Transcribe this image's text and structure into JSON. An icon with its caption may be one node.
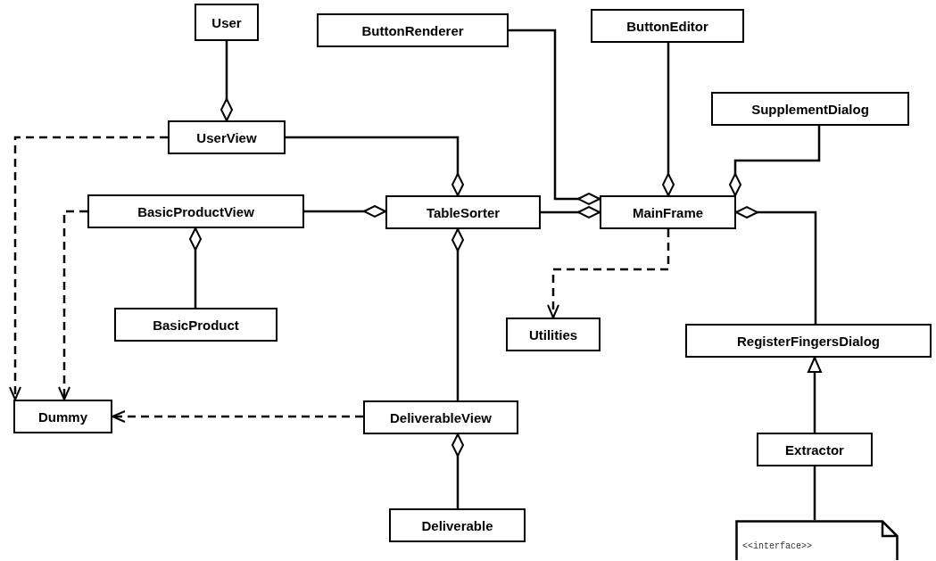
{
  "diagram": {
    "nodes": [
      {
        "text": [
          "User"
        ]
      },
      {
        "text": [
          "ButtonRenderer"
        ]
      },
      {
        "text": [
          "ButtonEditor"
        ]
      },
      {
        "text": [
          "UserView"
        ]
      },
      {
        "text": [
          "SupplementDialog"
        ]
      },
      {
        "text": [
          "BasicProductView"
        ]
      },
      {
        "text": [
          "TableSorter"
        ]
      },
      {
        "text": [
          "MainFrame"
        ]
      },
      {
        "text": [
          "BasicProduct"
        ]
      },
      {
        "text": [
          "Utilities"
        ]
      },
      {
        "text": [
          "RegisterFingersDialog"
        ]
      },
      {
        "text": [
          "Dummy"
        ]
      },
      {
        "text": [
          "DeliverableView"
        ]
      },
      {
        "text": [
          "Extractor"
        ]
      },
      {
        "text": [
          "Deliverable"
        ]
      },
      {
        "text": [
          "<<interface>>"
        ]
      }
    ],
    "edges": [
      {
        "from": 0,
        "to": 3,
        "arrow": "other"
      },
      {
        "from": 3,
        "to": 6,
        "arrow": "other"
      },
      {
        "from": 1,
        "to": 7,
        "arrow": "other"
      },
      {
        "from": 2,
        "to": 7,
        "arrow": "other"
      },
      {
        "from": 4,
        "to": 7,
        "arrow": "other"
      },
      {
        "from": 5,
        "to": 6,
        "arrow": "other"
      },
      {
        "from": 6,
        "to": 7,
        "arrow": "other"
      },
      {
        "from": 10,
        "to": 7,
        "arrow": "other"
      },
      {
        "from": 8,
        "to": 5,
        "arrow": "other"
      },
      {
        "from": 12,
        "to": 6,
        "arrow": "other"
      },
      {
        "from": 14,
        "to": 12,
        "arrow": "other"
      },
      {
        "from": 13,
        "to": 10,
        "arrow": "to"
      },
      {
        "from": 13,
        "to": 15,
        "arrow": "none"
      },
      {
        "from": 3,
        "to": 11,
        "arrow": "to",
        "style": "dashed"
      },
      {
        "from": 5,
        "to": 11,
        "arrow": "to",
        "style": "dashed"
      },
      {
        "from": 12,
        "to": 11,
        "arrow": "to",
        "style": "dashed"
      },
      {
        "from": 7,
        "to": 9,
        "arrow": "to",
        "style": "dashed"
      }
    ]
  }
}
